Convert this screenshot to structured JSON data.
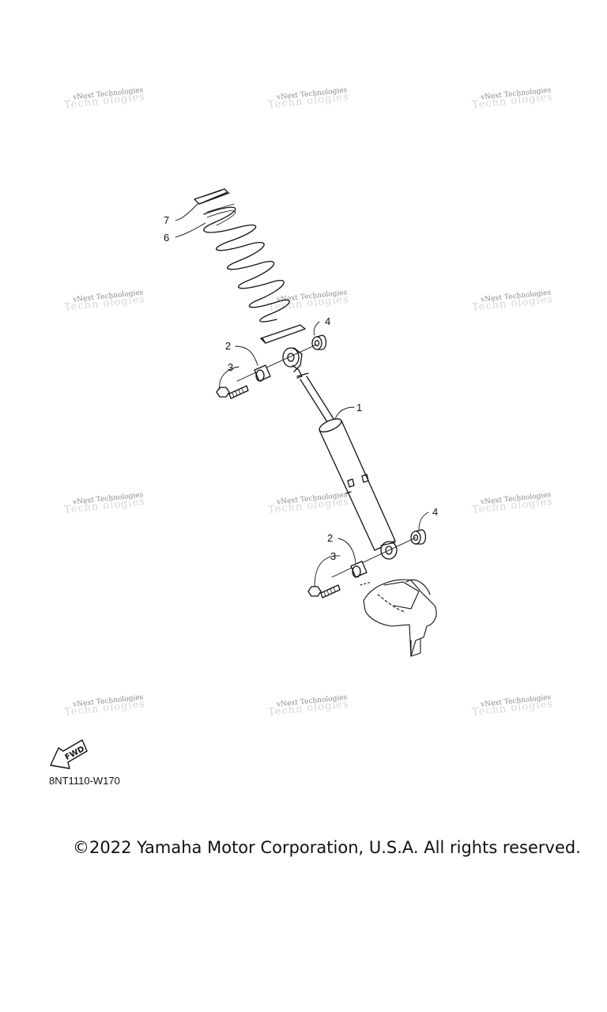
{
  "watermark": {
    "text": "vNext Technologies"
  },
  "callouts": [
    {
      "id": "1",
      "label": "1"
    },
    {
      "id": "2a",
      "label": "2"
    },
    {
      "id": "2b",
      "label": "2"
    },
    {
      "id": "3a",
      "label": "3"
    },
    {
      "id": "3b",
      "label": "3"
    },
    {
      "id": "4a",
      "label": "4"
    },
    {
      "id": "4b",
      "label": "4"
    },
    {
      "id": "6",
      "label": "6"
    },
    {
      "id": "7",
      "label": "7"
    }
  ],
  "fwd_label": "FWD",
  "drawing_code": "8NT1110-W170",
  "copyright": "©2022 Yamaha Motor Corporation, U.S.A. All rights reserved."
}
